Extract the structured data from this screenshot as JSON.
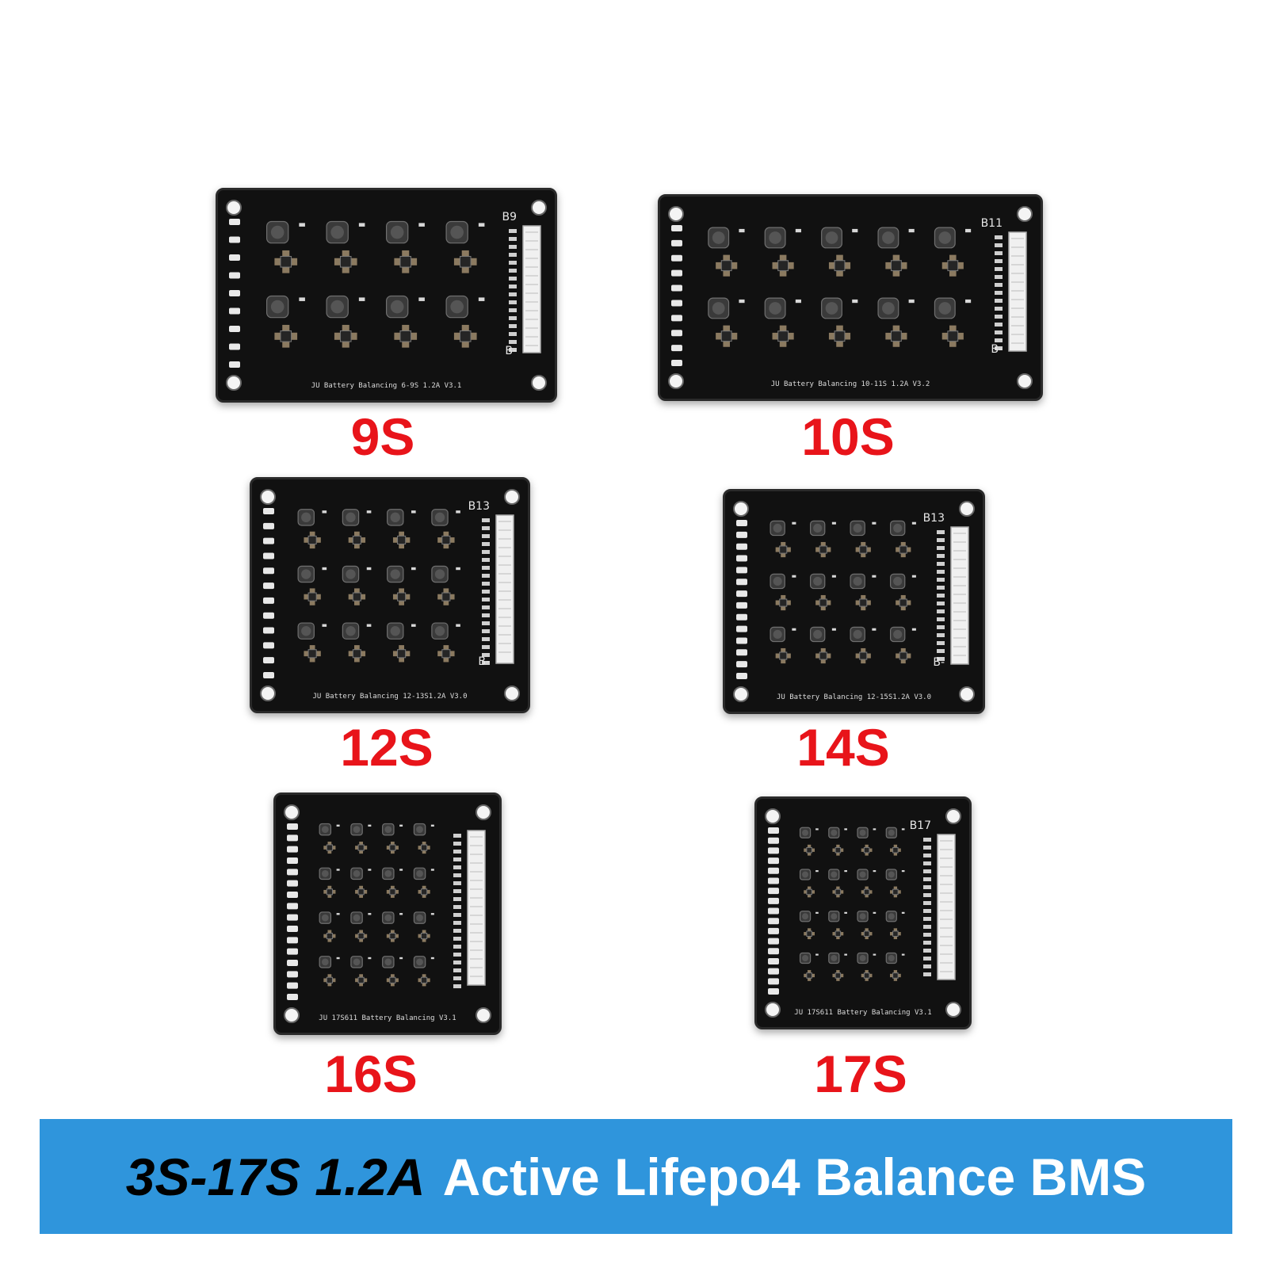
{
  "boards": [
    {
      "label": "9S",
      "silkscreen": "JU Battery Balancing 6-9S 1.2A V3.1",
      "edge_mark": "B9",
      "neg_mark": "B-"
    },
    {
      "label": "10S",
      "silkscreen": "JU Battery Balancing 10-11S 1.2A V3.2",
      "edge_mark": "B11",
      "neg_mark": "B-"
    },
    {
      "label": "12S",
      "silkscreen": "JU Battery Balancing 12-13S1.2A V3.0",
      "edge_mark": "B13",
      "neg_mark": "B-"
    },
    {
      "label": "14S",
      "silkscreen": "JU Battery Balancing 12-15S1.2A V3.0",
      "edge_mark": "B13",
      "neg_mark": "B-"
    },
    {
      "label": "16S",
      "silkscreen": "JU 17S611 Battery Balancing V3.1",
      "edge_mark": "",
      "neg_mark": ""
    },
    {
      "label": "17S",
      "silkscreen": "JU 17S611 Battery Balancing V3.1",
      "edge_mark": "B17",
      "neg_mark": ""
    }
  ],
  "banner": {
    "highlight": "3S-17S 1.2A",
    "text": "Active Lifepo4 Balance BMS"
  },
  "colors": {
    "label_red": "#e8141a",
    "banner_blue": "#2f95dc",
    "pcb_black": "#111111"
  }
}
